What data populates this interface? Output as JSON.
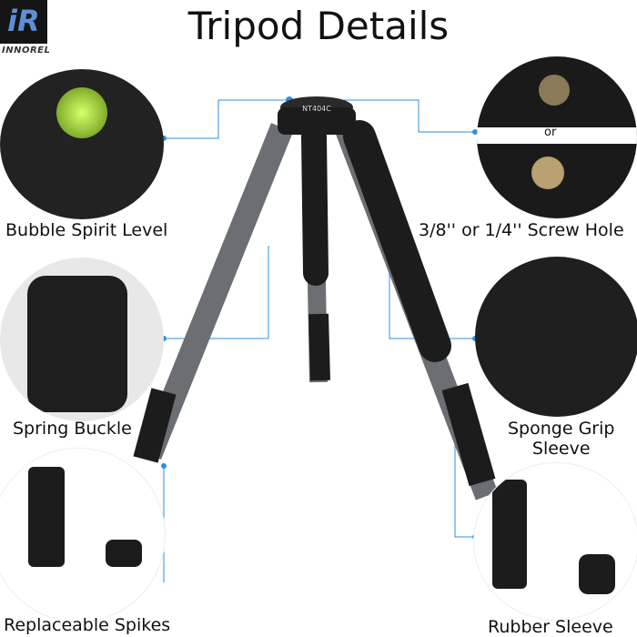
{
  "title": "Tripod Details",
  "brand": {
    "logo_text": "iR",
    "name": "INNOREL"
  },
  "model_label": "NT404C",
  "features": {
    "bubble_level": "Bubble Spirit Level",
    "screw_hole": "3/8'' or 1/4'' Screw Hole",
    "screw_or": "or",
    "spring_buckle": "Spring Buckle",
    "sponge_grip_line1": "Sponge Grip",
    "sponge_grip_line2": "Sleeve",
    "spikes": "Replaceable Spikes",
    "rubber_sleeve": "Rubber Sleeve"
  },
  "colors": {
    "accent": "#2f8fe0",
    "carbon": "#6b6e72",
    "foam": "#1c1c1c"
  }
}
